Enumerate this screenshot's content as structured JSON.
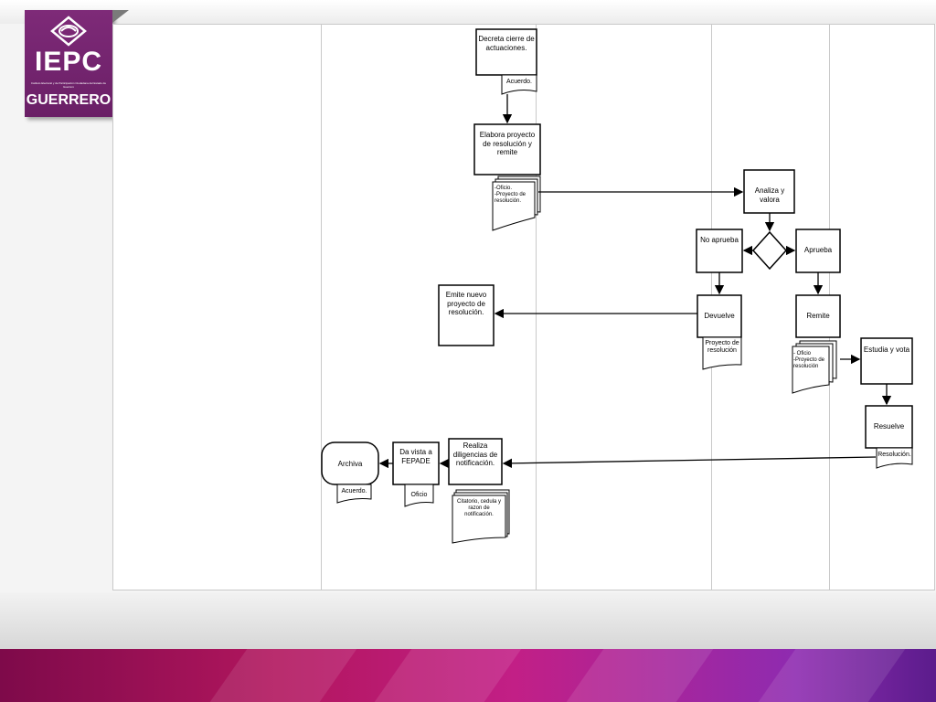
{
  "logo": {
    "name": "IEPC",
    "subtitle": "Instituto Electoral y de Participación Ciudadana del Estado de Guerrero",
    "state": "GUERRERO"
  },
  "flow": {
    "decreta": "Decreta cierre de actuaciones.",
    "acuerdo_1": "Acuerdo.",
    "elabora": "Elabora proyecto de resolución y remite",
    "doc_oficio_proyecto": "-Oficio.\n-Proyecto de resolución.",
    "analiza": "Analiza y valora",
    "no_aprueba": "No aprueba",
    "aprueba": "Aprueba",
    "emite": "Emite nuevo proyecto de resolución.",
    "devuelve": "Devuelve",
    "doc_proyecto": "Proyecto de resolución",
    "remite": "Remite",
    "doc_oficio_proyecto_2": "- Oficio\n-Proyecto de resolución",
    "estudia": "Estudia y vota",
    "resuelve": "Resuelve",
    "doc_resolucion": "Resolución.",
    "realiza": "Realiza diligencias de notificación.",
    "doc_citatorio": "Citatorio, cedula y razon de notificación.",
    "da_vista": "Da vista a FEPADE",
    "doc_oficio": "Oficio",
    "archiva": "Archiva",
    "acuerdo_2": "Acuerdo."
  },
  "colors": {
    "logo_bg": "#6e2168",
    "band_start": "#7e0a4a",
    "band_mid": "#c21f86",
    "band_end": "#5b1c8c"
  }
}
